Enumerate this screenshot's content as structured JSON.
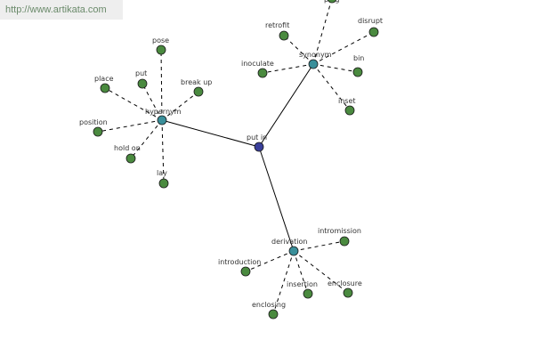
{
  "header": {
    "url": "http://www.artikata.com"
  },
  "colors": {
    "center": "#3a3f9a",
    "category": "#3a8f9a",
    "leaf": "#4a8a3f",
    "stroke": "#1a1a1a"
  },
  "graph": {
    "center": {
      "id": "put-in",
      "label": "put in"
    },
    "categories": [
      {
        "id": "hypernym",
        "label": "hypernym",
        "leaves": [
          "pose",
          "put",
          "place",
          "break up",
          "position",
          "hold on",
          "lay"
        ]
      },
      {
        "id": "synonym",
        "label": "synonym",
        "leaves": [
          "plug",
          "retrofit",
          "disrupt",
          "inoculate",
          "bin",
          "inset"
        ]
      },
      {
        "id": "derivation",
        "label": "derivation",
        "leaves": [
          "intromission",
          "introduction",
          "insertion",
          "enclosure",
          "enclosing"
        ]
      }
    ]
  }
}
